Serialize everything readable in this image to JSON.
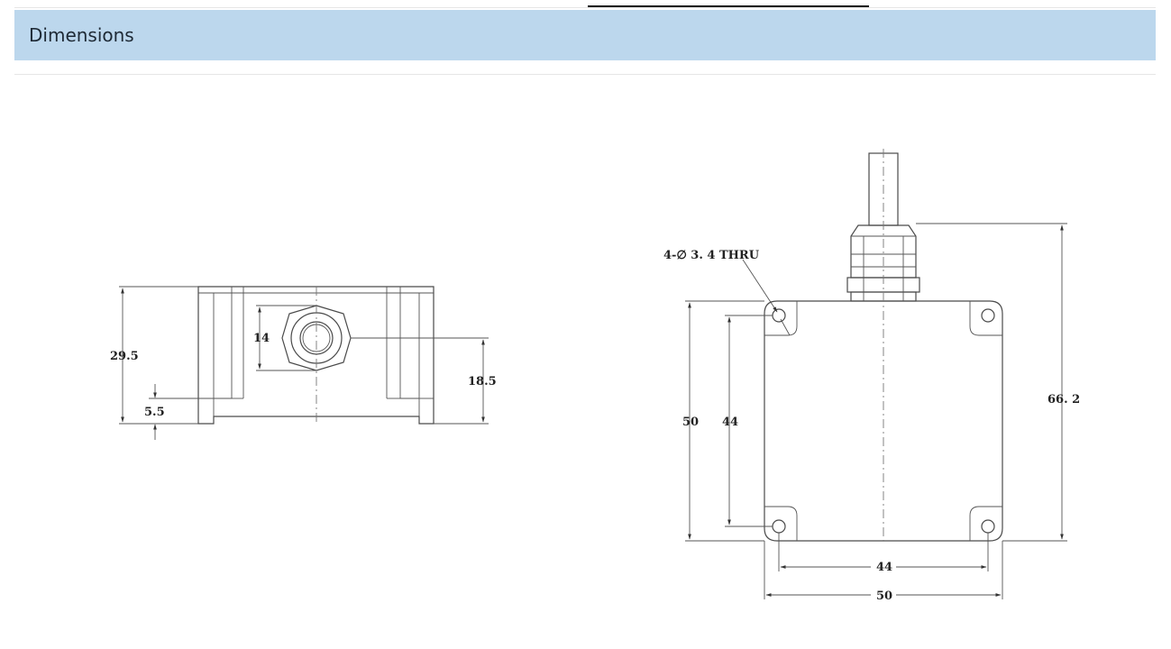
{
  "section": {
    "title": "Dimensions"
  },
  "front_view": {
    "dims": {
      "height_total": "29.5",
      "gland_dia": "14",
      "gland_center": "18.5",
      "base": "5.5"
    }
  },
  "top_view": {
    "hole_note": "4-∅ 3. 4  THRU",
    "dims": {
      "height": "50",
      "hole_span_v": "44",
      "total_with_gland": "66. 2",
      "hole_span_h": "44",
      "width": "50"
    }
  }
}
